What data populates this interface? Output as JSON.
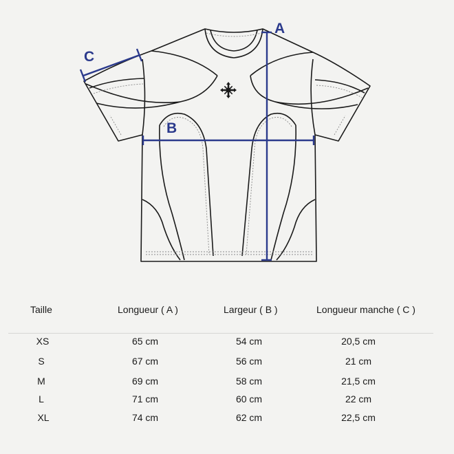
{
  "diagram": {
    "labels": {
      "a": "A",
      "b": "B",
      "c": "C"
    },
    "colors": {
      "measure": "#2b3a8c",
      "outline": "#1a1a1a",
      "stitch": "#8a8a8a"
    }
  },
  "table": {
    "headers": [
      "Taille",
      "Longueur ( A )",
      "Largeur ( B )",
      "Longueur manche ( C )"
    ],
    "rows": [
      [
        "XS",
        "65 cm",
        "54 cm",
        "20,5 cm"
      ],
      [
        "S",
        "67 cm",
        "56 cm",
        "21 cm"
      ],
      [
        "M",
        "69 cm",
        "58 cm",
        "21,5 cm"
      ],
      [
        "L",
        "71 cm",
        "60 cm",
        "22 cm"
      ],
      [
        "XL",
        "74 cm",
        "62 cm",
        "22,5 cm"
      ]
    ]
  }
}
